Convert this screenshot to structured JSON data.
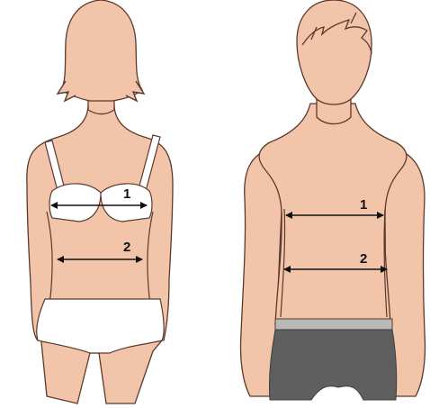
{
  "colors": {
    "skin": "#f2c4a9",
    "outline": "#5a3a2c",
    "bra": "#ffffff",
    "briefs": "#ffffff",
    "trunks": "#5f5f5f",
    "waistband": "#b9b9b9",
    "arrow": "#111111"
  },
  "figures": [
    {
      "id": "female",
      "measurements": [
        {
          "label": "1"
        },
        {
          "label": "2"
        }
      ]
    },
    {
      "id": "male",
      "measurements": [
        {
          "label": "1"
        },
        {
          "label": "2"
        }
      ]
    }
  ]
}
